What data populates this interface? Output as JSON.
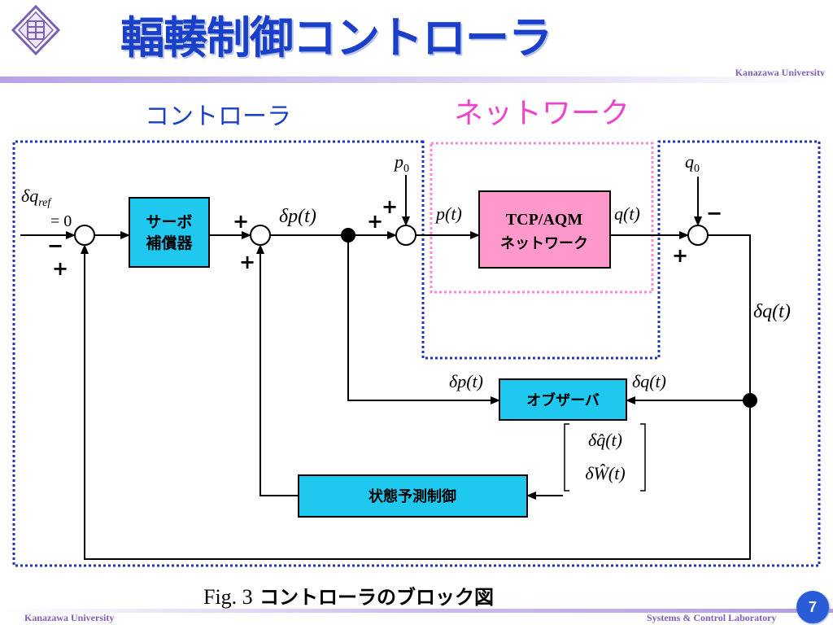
{
  "slide": {
    "title": "輻輳制御コントローラ",
    "university": "Kanazawa University",
    "lab": "Systems & Control Laboratory",
    "page": "7"
  },
  "sections": {
    "controller": "コントローラ",
    "network": "ネットワーク"
  },
  "diagram": {
    "blocks": {
      "servo_line1": "サーボ",
      "servo_line2": "補償器",
      "network_line1": "TCP/AQM",
      "network_line2": "ネットワーク",
      "observer": "オブザーバ",
      "state_predict": "状態予測制御"
    },
    "signals": {
      "delta_q_ref": "δq",
      "ref_sub": "ref",
      "ref_eq": "= 0",
      "delta_p_t": "δp(t)",
      "p0": "p",
      "p0_sub": "0",
      "p_t": "p(t)",
      "q_t": "q(t)",
      "q0": "q",
      "q0_sub": "0",
      "delta_q_t": "δq(t)",
      "obs_in_p": "δp(t)",
      "obs_in_q": "δq(t)",
      "qhat": "δq̂(t)",
      "what": "δŴ(t)"
    },
    "signs": {
      "plus": "+",
      "minus": "−"
    }
  },
  "caption": {
    "fig": "Fig. 3",
    "text": "コントローラのブロック図"
  },
  "colors": {
    "title": "#1a3fc8",
    "block_blue": "#1ec8ee",
    "block_pink": "#ff99cc",
    "dotted_blue": "#2233bb",
    "dotted_pink": "#ff88cc",
    "section_pink": "#ee44cc"
  }
}
